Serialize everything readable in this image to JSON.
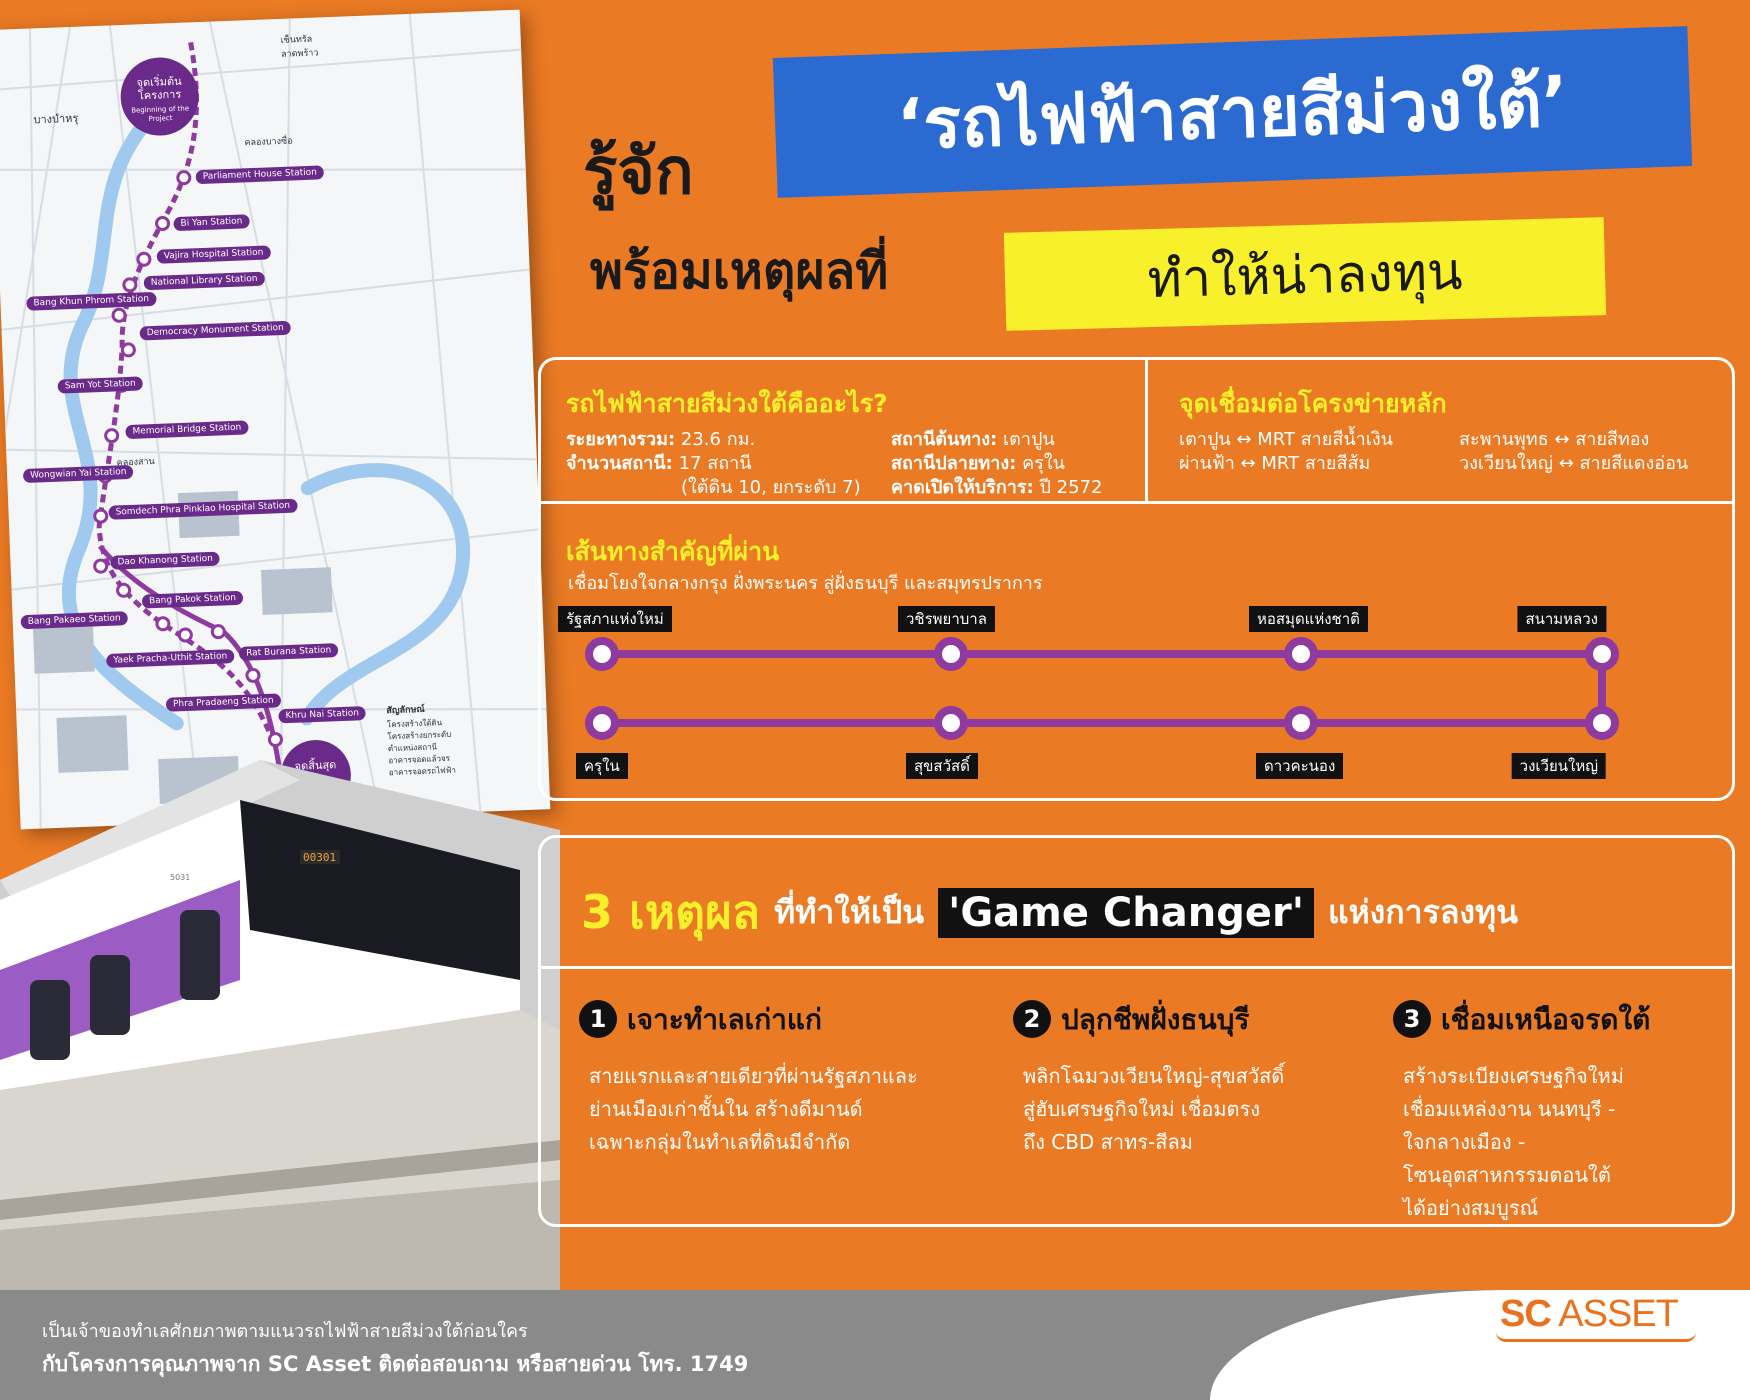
{
  "headline": {
    "prefix": "รู้จัก",
    "banner": "‘รถไฟฟ้าสายสีม่วงใต้’",
    "line2": "พร้อมเหตุผลที่",
    "highlight": "ทำให้น่าลงทุน"
  },
  "what_is": {
    "title": "รถไฟฟ้าสายสีม่วงใต้คืออะไร?",
    "distance_label": "ระยะทางรวม:",
    "distance_value": "23.6 กม.",
    "stations_label": "จำนวนสถานี:",
    "stations_value": "17 สถานี",
    "stations_note": "(ใต้ดิน 10, ยกระดับ 7)",
    "origin_label": "สถานีต้นทาง:",
    "origin_value": "เตาปูน",
    "terminal_label": "สถานีปลายทาง:",
    "terminal_value": "ครุใน",
    "open_label": "คาดเปิดให้บริการ:",
    "open_value": "ปี 2572"
  },
  "connections": {
    "title": "จุดเชื่อมต่อโครงข่ายหลัก",
    "items": [
      {
        "station": "เตาปูน",
        "line": "MRT สายสีน้ำเงิน"
      },
      {
        "station": "ผ่านฟ้า",
        "line": "MRT สายสีส้ม"
      },
      {
        "station": "สะพานพุทธ",
        "line": "สายสีทอง"
      },
      {
        "station": "วงเวียนใหญ่",
        "line": "สายสีแดงอ่อน"
      }
    ],
    "arrow": "↔"
  },
  "route": {
    "title": "เส้นทางสำคัญที่ผ่าน",
    "subtitle": "เชื่อมโยงใจกลางกรุง ฝั่งพระนคร สู่ฝั่งธนบุรี และสมุทรปราการ",
    "top": [
      "รัฐสภาแห่งใหม่",
      "วชิรพยาบาล",
      "หอสมุดแห่งชาติ",
      "สนามหลวง"
    ],
    "bottom": [
      "ครุใน",
      "สุขสวัสดิ์",
      "ดาวคะนอง",
      "วงเวียนใหญ่"
    ],
    "color": "#8e3a9e"
  },
  "reasons": {
    "head_number": "3 เหตุผล",
    "head_mid": "ที่ทำให้เป็น",
    "head_highlight": "'Game Changer'",
    "head_tail": "แห่งการลงทุน",
    "items": [
      {
        "num": "1",
        "title": "เจาะทำเลเก่าแก่",
        "lines": [
          "สายแรกและสายเดียวที่ผ่านรัฐสภาและ",
          "ย่านเมืองเก่าชั้นใน สร้างดีมานด์",
          "เฉพาะกลุ่มในทำเลที่ดินมีจำกัด"
        ]
      },
      {
        "num": "2",
        "title": "ปลุกชีพฝั่งธนบุรี",
        "lines": [
          "พลิกโฉมวงเวียนใหญ่-สุขสวัสดิ์",
          "สู่ฮับเศรษฐกิจใหม่ เชื่อมตรง",
          "ถึง CBD สาทร-สีลม"
        ]
      },
      {
        "num": "3",
        "title": "เชื่อมเหนือจรดใต้",
        "lines": [
          "สร้างระเบียงเศรษฐกิจใหม่",
          "เชื่อมแหล่งงาน นนทบุรี -",
          "ใจกลางเมือง -",
          "โซนอุตสาหกรรมตอนใต้",
          "ได้อย่างสมบูรณ์"
        ]
      }
    ]
  },
  "map": {
    "start_label": "จุดเริ่มต้นโครงการ",
    "start_label_en": "Beginning of the Project",
    "end_label": "จุดสิ้นสุด",
    "place_bangbamru": "บางบำหรุ",
    "place_central": "เซ็นทรัล ลาดพร้าว",
    "place_khlongbangsue": "คลองบางซื่อ",
    "place_khlongsan": "คลองสาน",
    "legend_title": "สัญลักษณ์",
    "legend_items": [
      "โครงสร้างใต้ดิน",
      "โครงสร้างยกระดับ",
      "ตำแหน่งสถานี",
      "อาคารจอดแล้วจร",
      "อาคารจอดรถไฟฟ้า"
    ],
    "stations": [
      "Parliament House Station",
      "Bi Yan Station",
      "Vajira Hospital Station",
      "National Library Station",
      "Bang Khun Phrom Station",
      "Democracy Monument Station",
      "Sam Yot Station",
      "Memorial Bridge Station",
      "Wongwian Yai Station",
      "Somdech Phra Pinklao Hospital Station",
      "Dao Khanong Station",
      "Bang Pakok Station",
      "Bang Pakaeo Station",
      "Yaek Pracha-Uthit Station",
      "Rat Burana Station",
      "Phra Pradaeng Station",
      "Khru Nai Station"
    ],
    "accent": "#6a2a8a"
  },
  "train": {
    "number": "00301",
    "car_number": "5031"
  },
  "footer": {
    "line1": "เป็นเจ้าของทำเลศักยภาพตามแนวรถไฟฟ้าสายสีม่วงใต้ก่อนใคร",
    "line2": "กับโครงการคุณภาพจาก SC Asset ติดต่อสอบถาม หรือสายด่วน โทร. 1749",
    "logo_bold": "SC",
    "logo_rest": " ASSET"
  },
  "colors": {
    "background": "#ea7a24",
    "yellow": "#f8f02a",
    "blue": "#2a6ad1",
    "purple": "#8e3a9e"
  }
}
